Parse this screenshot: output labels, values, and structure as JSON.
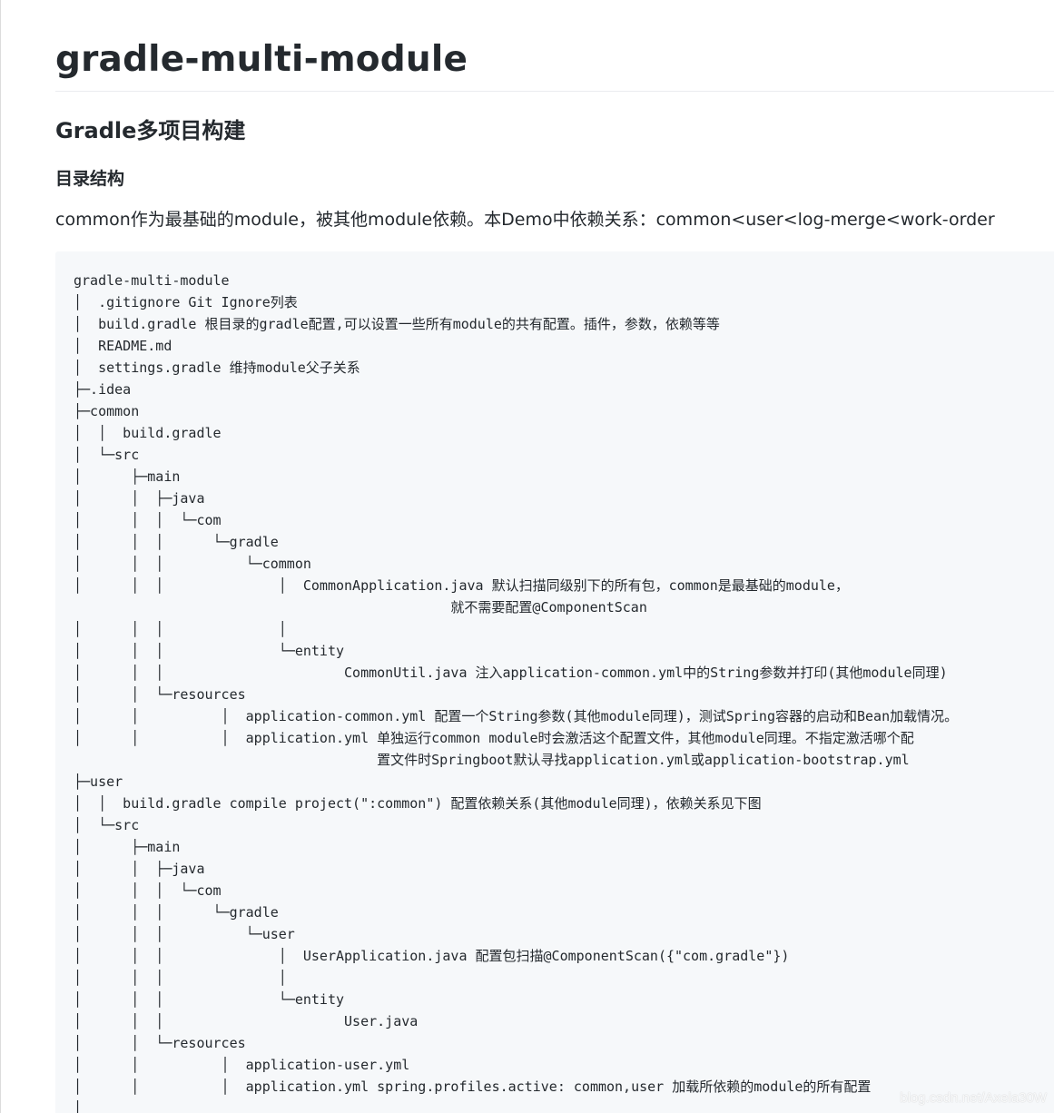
{
  "doc": {
    "title": "gradle-multi-module",
    "section_title": "Gradle多项目构建",
    "sub_title": "目录结构",
    "intro": "common作为最基础的module，被其他module依赖。本Demo中依赖关系：common<user<log-merge<work-order"
  },
  "tree_lines": [
    "gradle-multi-module",
    "│  .gitignore Git Ignore列表",
    "│  build.gradle 根目录的gradle配置,可以设置一些所有module的共有配置。插件，参数，依赖等等",
    "│  README.md",
    "│  settings.gradle 维持module父子关系",
    "├─.idea",
    "├─common",
    "│  │  build.gradle",
    "│  └─src",
    "│      ├─main",
    "│      │  ├─java",
    "│      │  │  └─com",
    "│      │  │      └─gradle",
    "│      │  │          └─common",
    "│      │  │              │  CommonApplication.java 默认扫描同级别下的所有包，common是最基础的module，",
    "                                              就不需要配置@ComponentScan",
    "│      │  │              │",
    "│      │  │              └─entity",
    "│      │  │                      CommonUtil.java 注入application-common.yml中的String参数并打印(其他module同理)",
    "│      │  └─resources",
    "│      │          │  application-common.yml 配置一个String参数(其他module同理)，测试Spring容器的启动和Bean加载情况。",
    "│      │          │  application.yml 单独运行common module时会激活这个配置文件，其他module同理。不指定激活哪个配",
    "                                     置文件时Springboot默认寻找application.yml或application-bootstrap.yml",
    "├─user",
    "│  │  build.gradle compile project(\":common\") 配置依赖关系(其他module同理)，依赖关系见下图",
    "│  └─src",
    "│      ├─main",
    "│      │  ├─java",
    "│      │  │  └─com",
    "│      │  │      └─gradle",
    "│      │  │          └─user",
    "│      │  │              │  UserApplication.java 配置包扫描@ComponentScan({\"com.gradle\"})",
    "│      │  │              │",
    "│      │  │              └─entity",
    "│      │  │                      User.java",
    "│      │  └─resources",
    "│      │          │  application-user.yml",
    "│      │          │  application.yml spring.profiles.active: common,user 加载所依赖的module的所有配置",
    "│"
  ],
  "watermark": "blog.csdn.net/Axela30W"
}
